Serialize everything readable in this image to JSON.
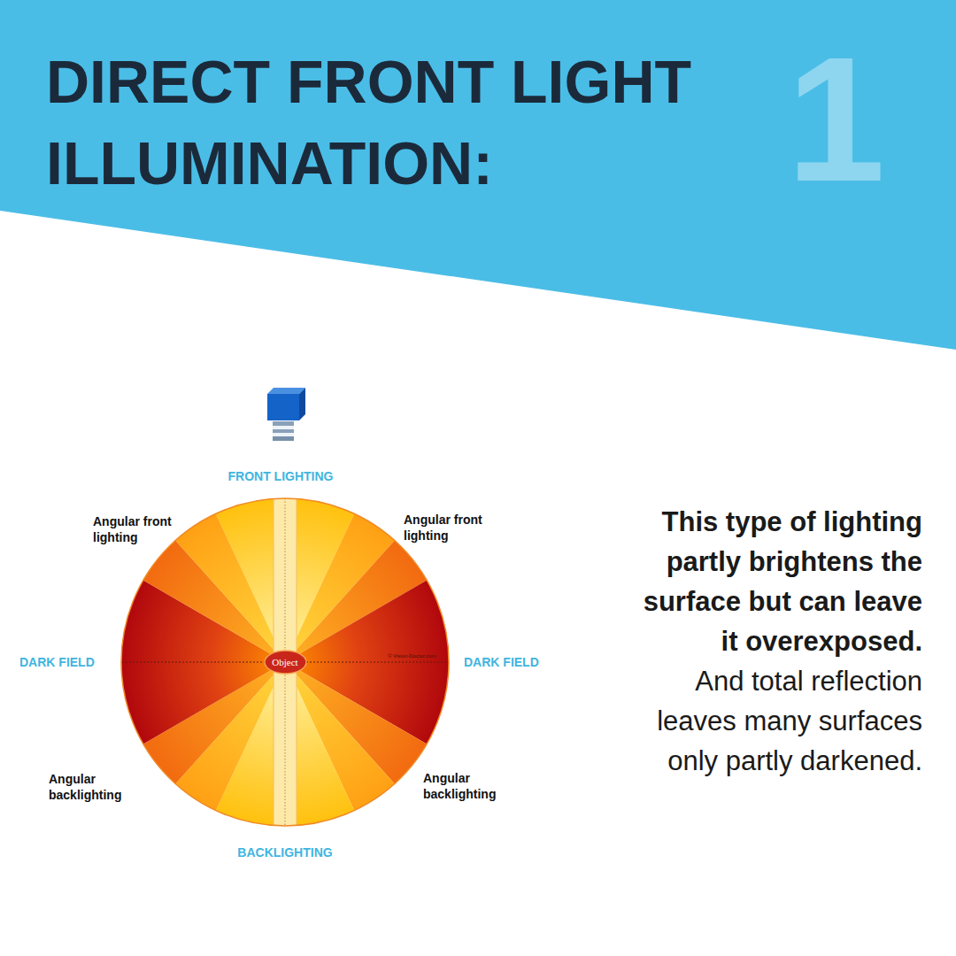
{
  "diagram": {
    "title": "DIRECT FRONT LIGHT ILLUMINATION:",
    "nodes": [
      {
        "text": [
          "Object"
        ]
      }
    ],
    "labels": [
      "1",
      "FRONT LIGHTING",
      "Angular front lighting",
      "Angular front lighting",
      "DARK FIELD",
      "DARK FIELD",
      "© Vision-Doctor.com",
      "Angular backlighting",
      "Angular backlighting",
      "BACKLIGHTING",
      "This type of lighting partly brightens the surface but can leave it overexposed.",
      "And total reflection leaves many surfaces only partly darkened."
    ]
  }
}
